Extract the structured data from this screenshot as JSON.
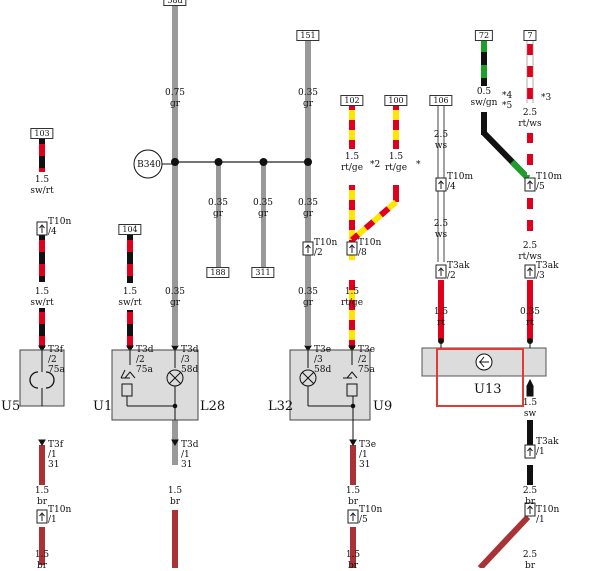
{
  "colors": {
    "red": "#e0001b",
    "black": "#111111",
    "yellow": "#ffe600",
    "green": "#1e9e2a",
    "white": "#ffffff",
    "grey": "#999999",
    "brown": "#a83236",
    "component_fill": "#dcdcdc",
    "selection": "#e53935"
  },
  "refs": {
    "r58d": "58d",
    "r151": "151",
    "r72": "72",
    "r7": "7",
    "r103": "103",
    "r104": "104",
    "r102": "102",
    "r100": "100",
    "r106": "106",
    "r188": "188",
    "r311": "311"
  },
  "components": {
    "b340": "B340",
    "u5": "U5",
    "u1": "U1",
    "l28": "L28",
    "l32": "L32",
    "u9": "U9",
    "u13": "U13"
  },
  "wires": {
    "w075": "0.75",
    "gr": "gr",
    "w035": "0.35",
    "w15": "1.5",
    "w25": "2.5",
    "w05": "0.5",
    "swrt": "sw/rt",
    "rtge": "rt/ge",
    "ws": "ws",
    "swgn": "sw/gn",
    "rtws": "rt/ws",
    "rt": "rt",
    "sw": "sw",
    "br": "br"
  },
  "notes": {
    "n2": "*2",
    "n1": "*",
    "n3": "*3",
    "n4": "*4",
    "n5": "*5"
  },
  "connectors": {
    "t10n": "T10n",
    "t10n_4": "/4",
    "t10n_2": "/2",
    "t10n_8": "/8",
    "t10n_1": "/1",
    "t10n_5": "/5",
    "t10m": "T10m",
    "t10m_4": "/4",
    "t10m_5": "/5",
    "t3ak": "T3ak",
    "t3ak_2": "/2",
    "t3ak_3": "/3",
    "t3ak_1": "/1",
    "t3f": "T3f",
    "t3d": "T3d",
    "t3e": "T3e",
    "p2": "/2",
    "p3": "/3",
    "p1": "/1",
    "p75a": "75a",
    "p58d": "58d",
    "p31": "31"
  }
}
